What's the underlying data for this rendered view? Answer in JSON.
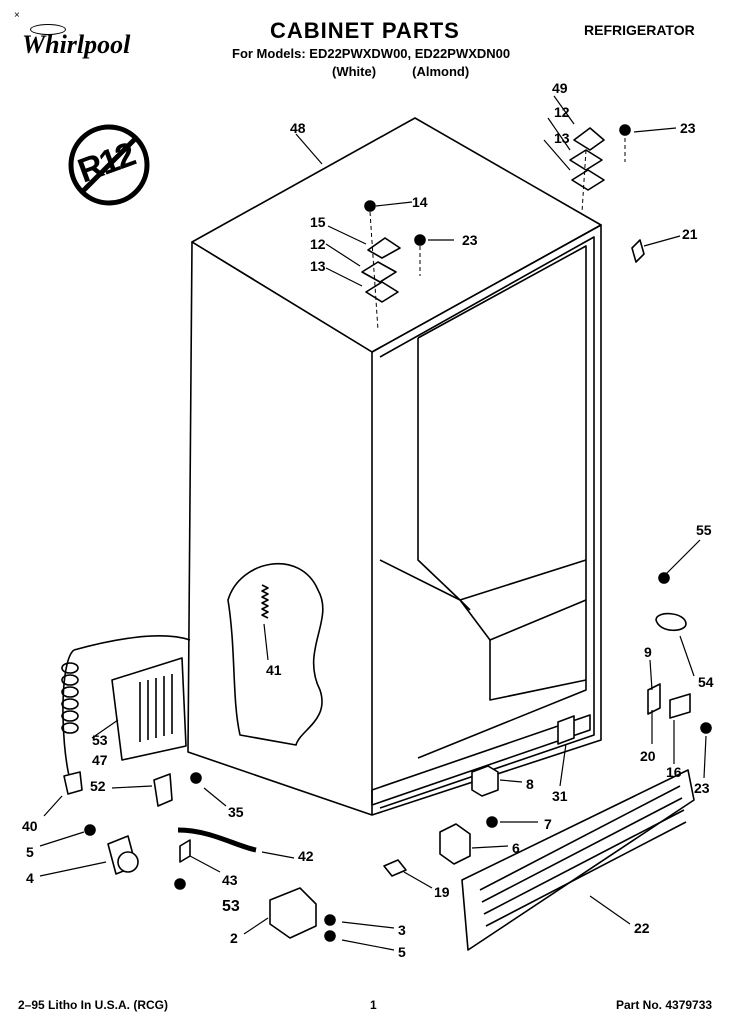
{
  "header": {
    "corner_mark": "×",
    "brand": "Whirlpool",
    "title": "CABINET PARTS",
    "category": "REFRIGERATOR",
    "models_line": "For Models: ED22PWXDW00, ED22PWXDN00",
    "colors_line": "(White)          (Almond)",
    "badge_text": "R12"
  },
  "parts": [
    {
      "id": "p48",
      "label": "48"
    },
    {
      "id": "p49",
      "label": "49"
    },
    {
      "id": "p12a",
      "label": "12"
    },
    {
      "id": "p23a",
      "label": "23"
    },
    {
      "id": "p13a",
      "label": "13"
    },
    {
      "id": "p14",
      "label": "14"
    },
    {
      "id": "p15",
      "label": "15"
    },
    {
      "id": "p12b",
      "label": "12"
    },
    {
      "id": "p23b",
      "label": "23"
    },
    {
      "id": "p13b",
      "label": "13"
    },
    {
      "id": "p21",
      "label": "21"
    },
    {
      "id": "p55",
      "label": "55"
    },
    {
      "id": "p9",
      "label": "9"
    },
    {
      "id": "p54",
      "label": "54"
    },
    {
      "id": "p41",
      "label": "41"
    },
    {
      "id": "p53a",
      "label": "53"
    },
    {
      "id": "p47",
      "label": "47"
    },
    {
      "id": "p52",
      "label": "52"
    },
    {
      "id": "p35",
      "label": "35"
    },
    {
      "id": "p40",
      "label": "40"
    },
    {
      "id": "p5a",
      "label": "5"
    },
    {
      "id": "p4",
      "label": "4"
    },
    {
      "id": "p43",
      "label": "43"
    },
    {
      "id": "p42",
      "label": "42"
    },
    {
      "id": "p53b",
      "label": "53"
    },
    {
      "id": "p2",
      "label": "2"
    },
    {
      "id": "p3",
      "label": "3"
    },
    {
      "id": "p5b",
      "label": "5"
    },
    {
      "id": "p20",
      "label": "20"
    },
    {
      "id": "p16",
      "label": "16"
    },
    {
      "id": "p23c",
      "label": "23"
    },
    {
      "id": "p31",
      "label": "31"
    },
    {
      "id": "p8",
      "label": "8"
    },
    {
      "id": "p7",
      "label": "7"
    },
    {
      "id": "p6",
      "label": "6"
    },
    {
      "id": "p19",
      "label": "19"
    },
    {
      "id": "p22",
      "label": "22"
    }
  ],
  "footer": {
    "left": "2–95 Litho In U.S.A. (RCG)",
    "page": "1",
    "part_no": "Part No. 4379733"
  }
}
